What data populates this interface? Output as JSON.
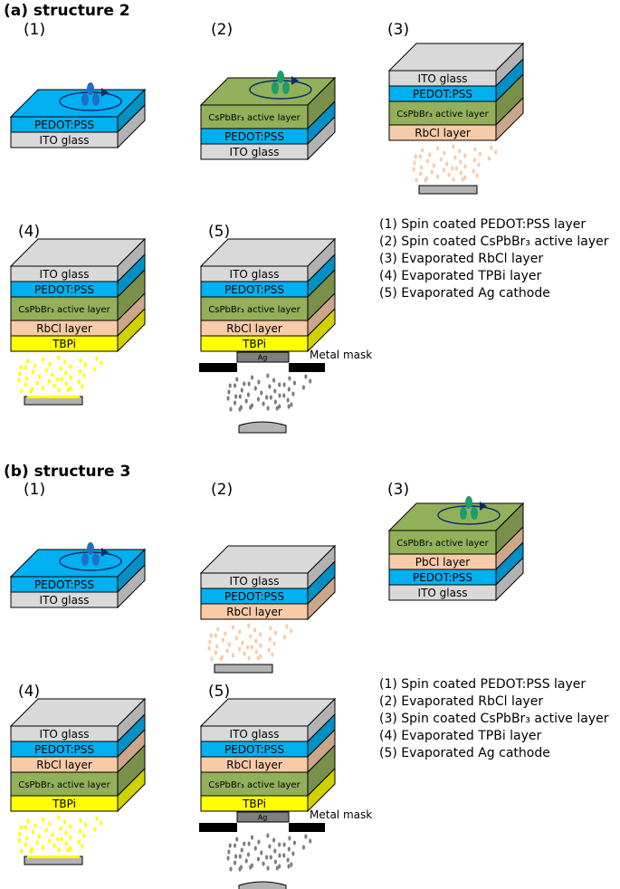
{
  "title_a": "(a) structure 2",
  "title_b": "(b) structure 3",
  "colors": {
    "ito": "#d9d9d9",
    "pedot": "#00b0f0",
    "cspbbr3": "#92b05a",
    "rbcl": "#f8cba8",
    "tpbi": "#ffff00",
    "ag": "#808080",
    "mask": "#000000"
  },
  "panel_a": {
    "steps": [
      {
        "num": "(1)",
        "layers": [
          "PEDOT:PSS",
          "ITO glass"
        ],
        "drop_color": "#1f6fc5"
      },
      {
        "num": "(2)",
        "layers": [
          "CsPbBr₃ active layer",
          "PEDOT:PSS",
          "ITO glass"
        ],
        "drop_color": "#1a9e6a"
      },
      {
        "num": "(3)",
        "layers": [
          "ITO glass",
          "PEDOT:PSS",
          "CsPbBr₃ active layer",
          "RbCl layer"
        ]
      },
      {
        "num": "(4)",
        "layers": [
          "ITO glass",
          "PEDOT:PSS",
          "CsPbBr₃ active layer",
          "RbCl layer",
          "TBPi"
        ]
      },
      {
        "num": "(5)",
        "layers": [
          "ITO glass",
          "PEDOT:PSS",
          "CsPbBr₃ active layer",
          "RbCl layer",
          "TBPi"
        ],
        "ag_label": "Ag",
        "mask_label": "Metal mask"
      }
    ],
    "legend": [
      "(1) Spin coated PEDOT:PSS layer",
      "(2) Spin coated CsPbBr₃ active layer",
      "(3) Evaporated RbCl layer",
      "(4) Evaporated TPBi layer",
      "(5) Evaporated Ag cathode"
    ]
  },
  "panel_b": {
    "steps": [
      {
        "num": "(1)",
        "layers": [
          "PEDOT:PSS",
          "ITO glass"
        ],
        "drop_color": "#1f6fc5"
      },
      {
        "num": "(2)",
        "layers": [
          "ITO glass",
          "PEDOT:PSS",
          "RbCl layer"
        ]
      },
      {
        "num": "(3)",
        "layers": [
          "CsPbBr₃ active layer",
          "PbCl layer",
          "PEDOT:PSS",
          "ITO glass"
        ],
        "drop_color": "#1a9e6a"
      },
      {
        "num": "(4)",
        "layers": [
          "ITO glass",
          "PEDOT:PSS",
          "RbCl layer",
          "CsPbBr₃ active layer",
          "TBPi"
        ]
      },
      {
        "num": "(5)",
        "layers": [
          "ITO glass",
          "PEDOT:PSS",
          "RbCl layer",
          "CsPbBr₃ active layer",
          "TBPi"
        ],
        "ag_label": "Ag",
        "mask_label": "Metal mask"
      }
    ],
    "legend": [
      "(1) Spin coated PEDOT:PSS layer",
      "(2) Evaporated RbCl layer",
      "(3) Spin coated CsPbBr₃ active layer",
      "(4) Evaporated TPBi layer",
      "(5) Evaporated Ag cathode"
    ]
  }
}
